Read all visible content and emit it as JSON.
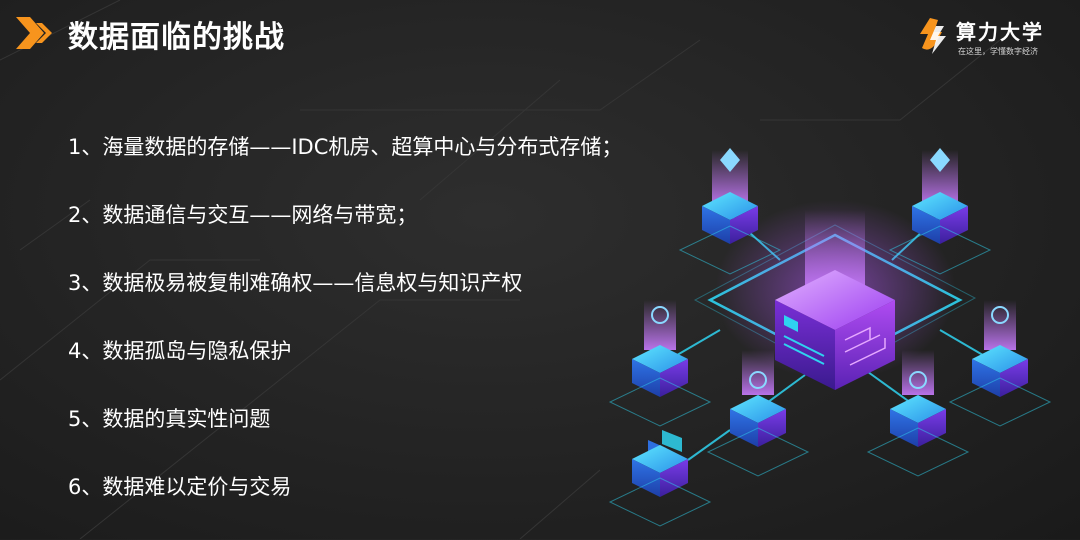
{
  "header": {
    "title": "数据面临的挑战",
    "arrow_icon": "double-chevron-right-icon",
    "accent_color": "#f7941d"
  },
  "brand": {
    "name": "算力大学",
    "slogan": "在这里，学懂数字经济",
    "logo_icon": "lightning-flame-logo-icon"
  },
  "challenges": [
    "1、海量数据的存储——IDC机房、超算中心与分布式存储；",
    "2、数据通信与交互——网络与带宽；",
    "3、数据极易被复制难确权——信息权与知识产权",
    "4、数据孤岛与隐私保护",
    "5、数据的真实性问题",
    "6、数据难以定价与交易"
  ],
  "illustration": {
    "icon": "blockchain-network-cubes-icon",
    "colors": {
      "cyan": "#2fd3f0",
      "purple": "#9b3cf0",
      "blue": "#2d6fe0"
    }
  }
}
